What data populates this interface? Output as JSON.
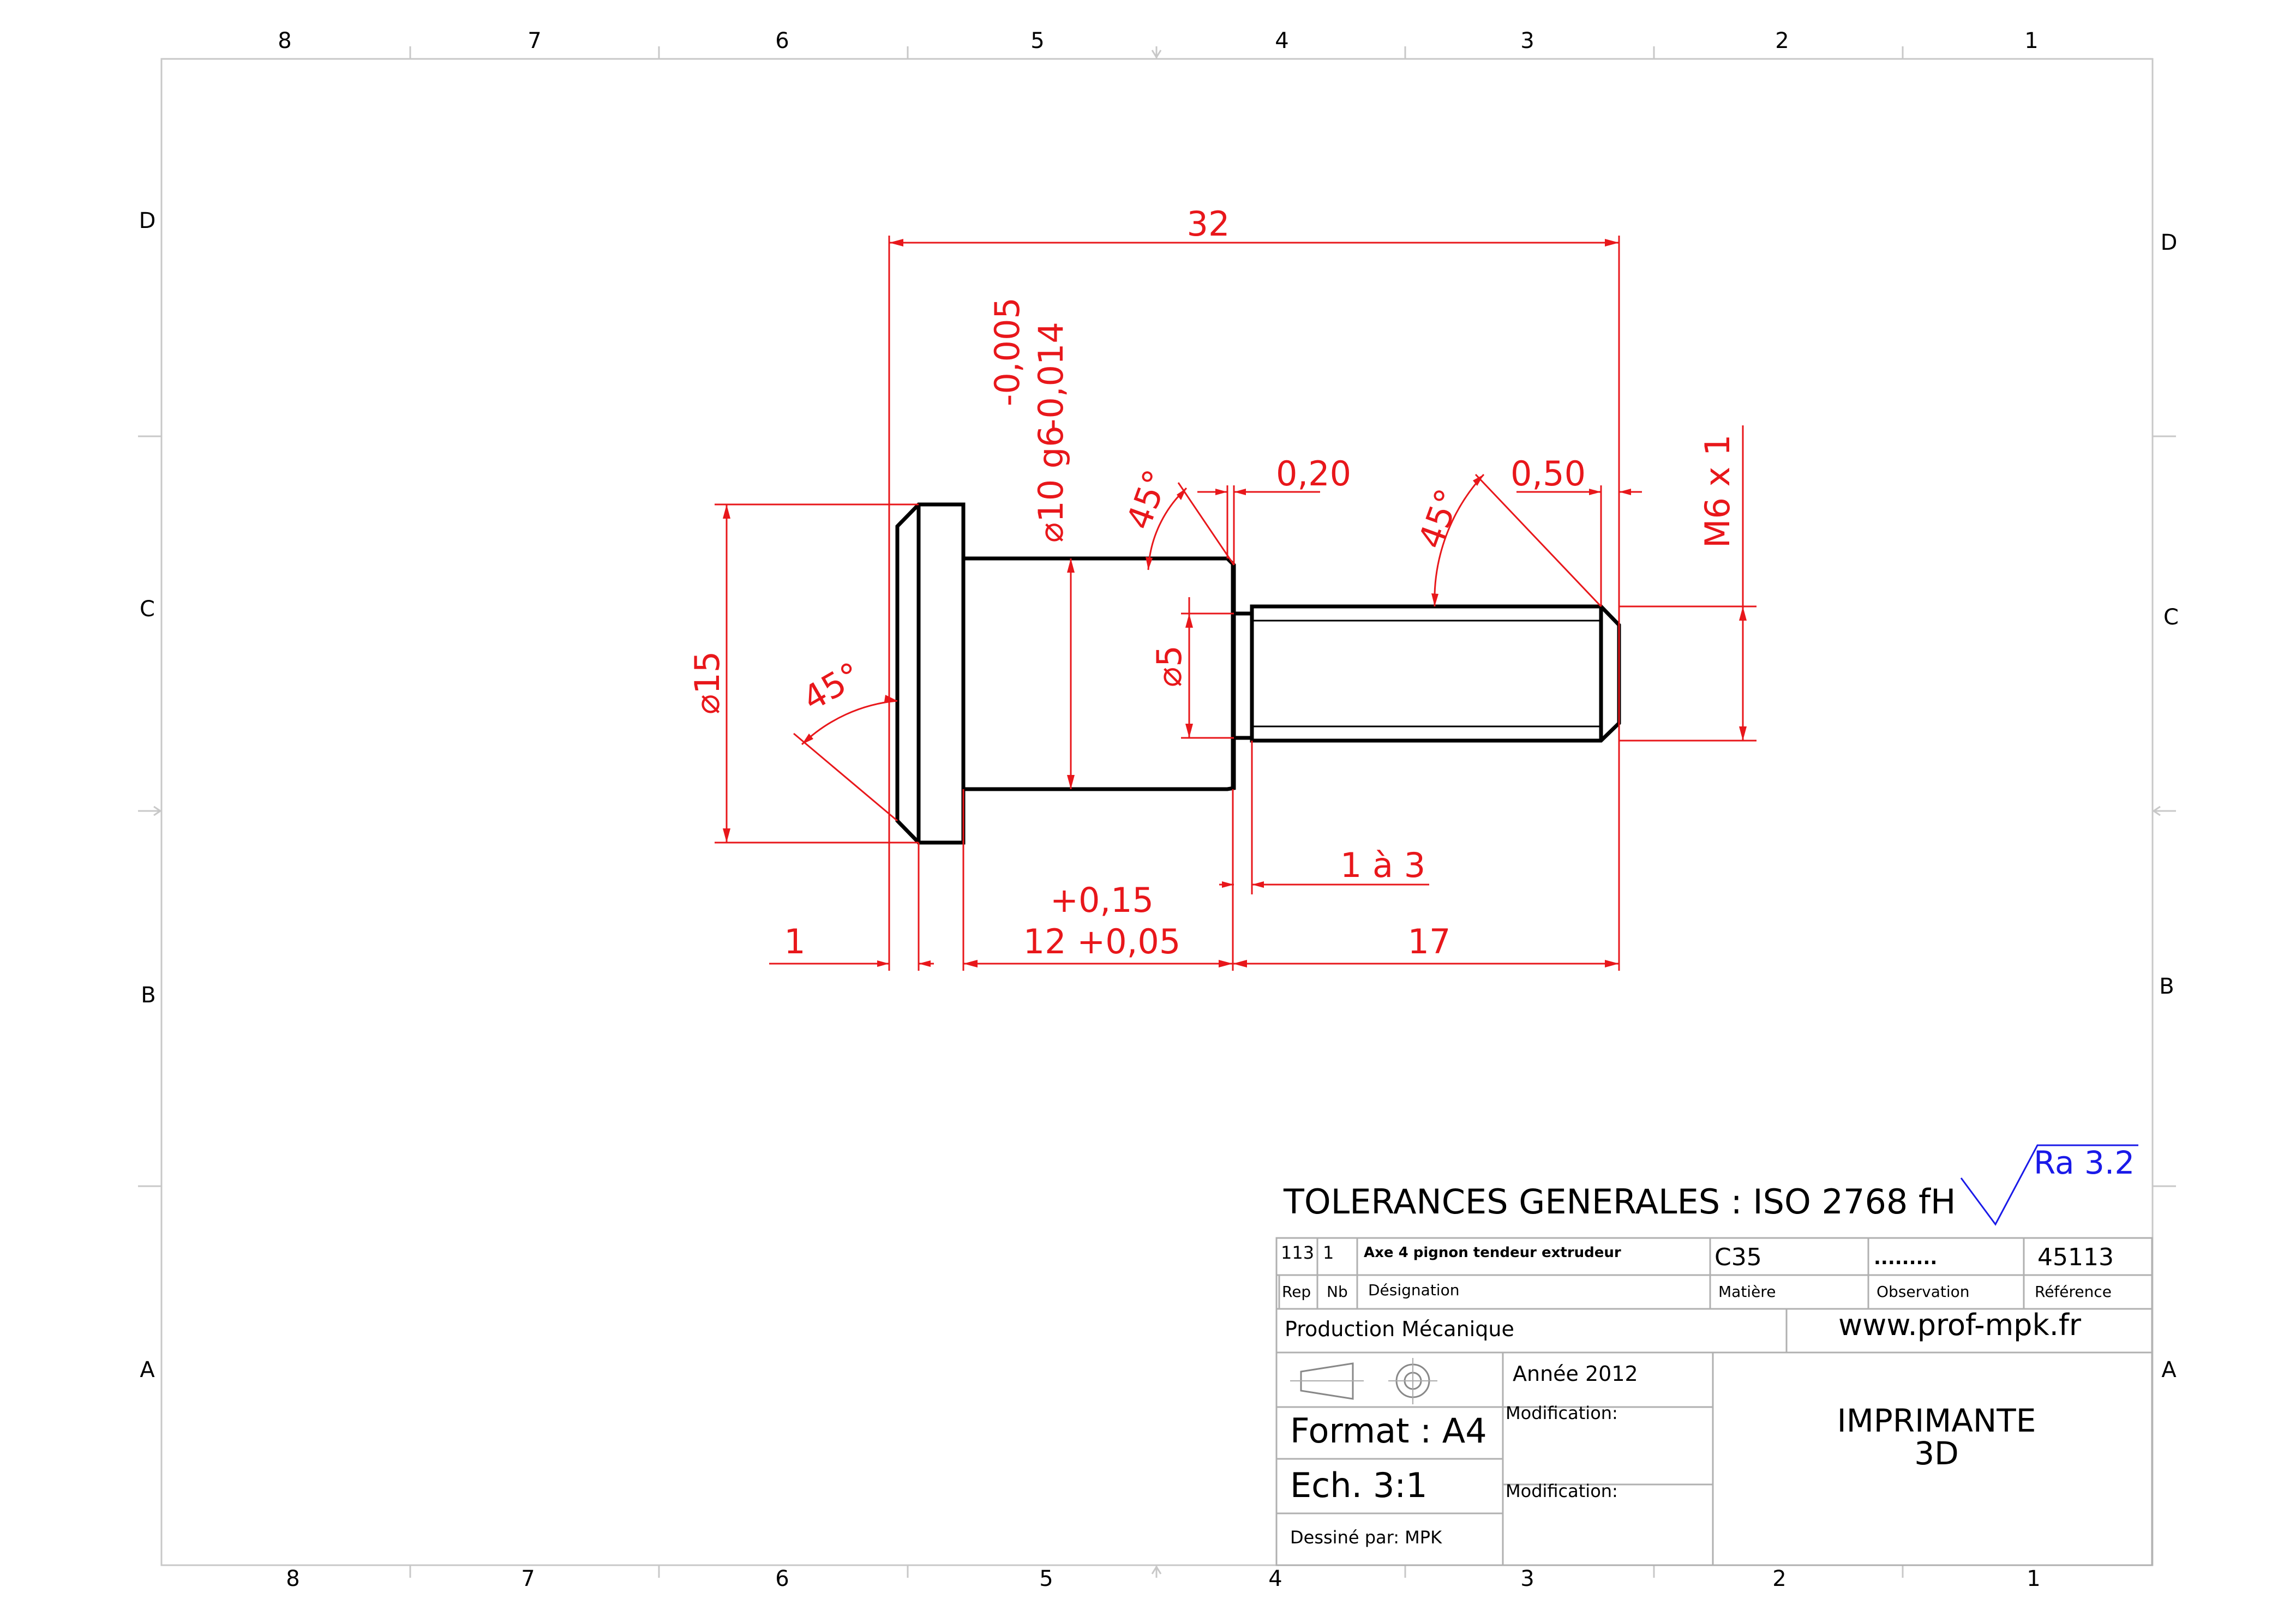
{
  "zones": {
    "columns": [
      "8",
      "7",
      "6",
      "5",
      "4",
      "3",
      "2",
      "1"
    ],
    "rows": [
      "D",
      "C",
      "B",
      "A"
    ]
  },
  "dimensions": {
    "overall_length": "32",
    "tolerance_upper": "-0,005",
    "tolerance_lower": "-0,014",
    "shaft_diameter": "⌀10 g6",
    "angle_1": "45°",
    "angle_2": "45°",
    "angle_3": "45°",
    "groove_width": "0,20",
    "thread_chamfer": "0,50",
    "thread": "M6 x 1",
    "head_diameter": "⌀15",
    "groove_diameter": "⌀5",
    "thread_runout": "1 à 3",
    "shoulder_tol_upper": "+0,15",
    "shoulder_length": "12 +0,05",
    "head_thickness": "1",
    "thread_length": "17"
  },
  "general_tolerances": "TOLERANCES GENERALES : ISO 2768 fH",
  "roughness": "Ra 3.2",
  "title_block": {
    "rep": "113",
    "nb": "1",
    "designation": "Axe 4 pignon tendeur extrudeur",
    "material": "C35",
    "observation": ".........",
    "reference": "45113",
    "headers": {
      "rep": "Rep",
      "nb": "Nb",
      "designation": "Désignation",
      "material": "Matière",
      "observation": "Observation",
      "reference": "Référence"
    },
    "department": "Production Mécanique",
    "website": "www.prof-mpk.fr",
    "year": "Année 2012",
    "format": "Format : A4",
    "scale": "Ech. 3:1",
    "drawn_by": "Dessiné par: MPK",
    "modification_1": "Modification:",
    "modification_2": "Modification:",
    "title_line_1": "IMPRIMANTE",
    "title_line_2": "3D"
  },
  "colors": {
    "dimension": "#e8171b",
    "part_outline": "#000000",
    "roughness": "#1a1ae8",
    "frame": "#c8c8c8"
  }
}
